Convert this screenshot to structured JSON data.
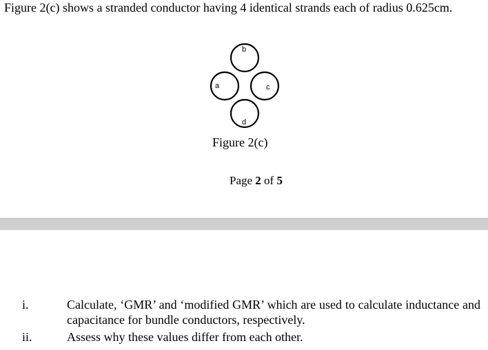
{
  "intro_text": "Figure 2(c) shows a stranded conductor having 4 identical strands each of radius 0.625cm.",
  "figure": {
    "caption": "Figure 2(c)",
    "strand_labels": {
      "a": "a",
      "b": "b",
      "c": "c",
      "d": "d"
    }
  },
  "page_footer": {
    "prefix": "Page ",
    "current": "2",
    "middle": " of ",
    "total": "5"
  },
  "questions": [
    {
      "number": "i.",
      "text": "Calculate, ‘GMR’ and ‘modified GMR’ which are used to calculate inductance and capacitance for bundle conductors, respectively."
    },
    {
      "number": "ii.",
      "text": "Assess why these values differ from each other."
    }
  ]
}
